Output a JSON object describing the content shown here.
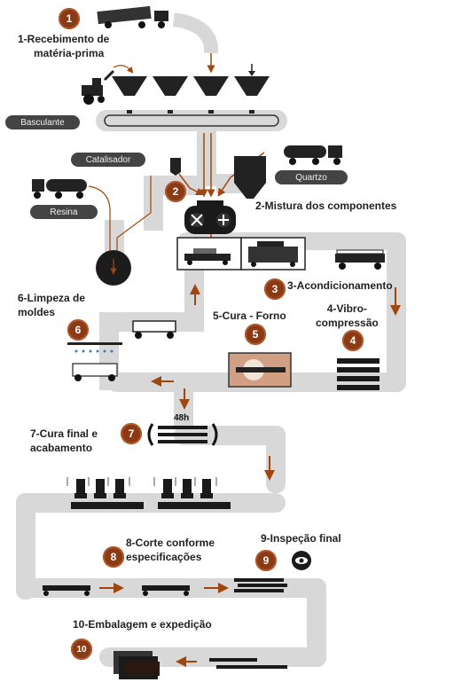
{
  "steps": [
    {
      "num": "1",
      "label_lines": [
        "1-Recebimento de",
        "matéria-prima"
      ]
    },
    {
      "num": "2",
      "label_lines": [
        "2-Mistura dos componentes"
      ]
    },
    {
      "num": "3",
      "label_lines": [
        "3-Acondicionamento"
      ]
    },
    {
      "num": "4",
      "label_lines": [
        "4-Vibro-",
        "compressão"
      ]
    },
    {
      "num": "5",
      "label_lines": [
        "5-Cura - Forno"
      ]
    },
    {
      "num": "6",
      "label_lines": [
        "6-Limpeza de",
        "moldes"
      ]
    },
    {
      "num": "7",
      "label_lines": [
        "7-Cura final e",
        "acabamento"
      ]
    },
    {
      "num": "8",
      "label_lines": [
        "8-Corte conforme",
        "especificações"
      ]
    },
    {
      "num": "9",
      "label_lines": [
        "9-Inspeção final"
      ]
    },
    {
      "num": "10",
      "label_lines": [
        "10-Embalagem e expedição"
      ]
    }
  ],
  "materials": {
    "basculante": "Basculante",
    "catalisador": "Catalisador",
    "quartzo": "Quartzo",
    "resina": "Resina"
  },
  "cure_time": "48h",
  "colors": {
    "path": "#d8d8d8",
    "badge": "#8a3a14",
    "arrow": "#a0470f",
    "machine": "#222222",
    "oven": "#d19f83"
  }
}
